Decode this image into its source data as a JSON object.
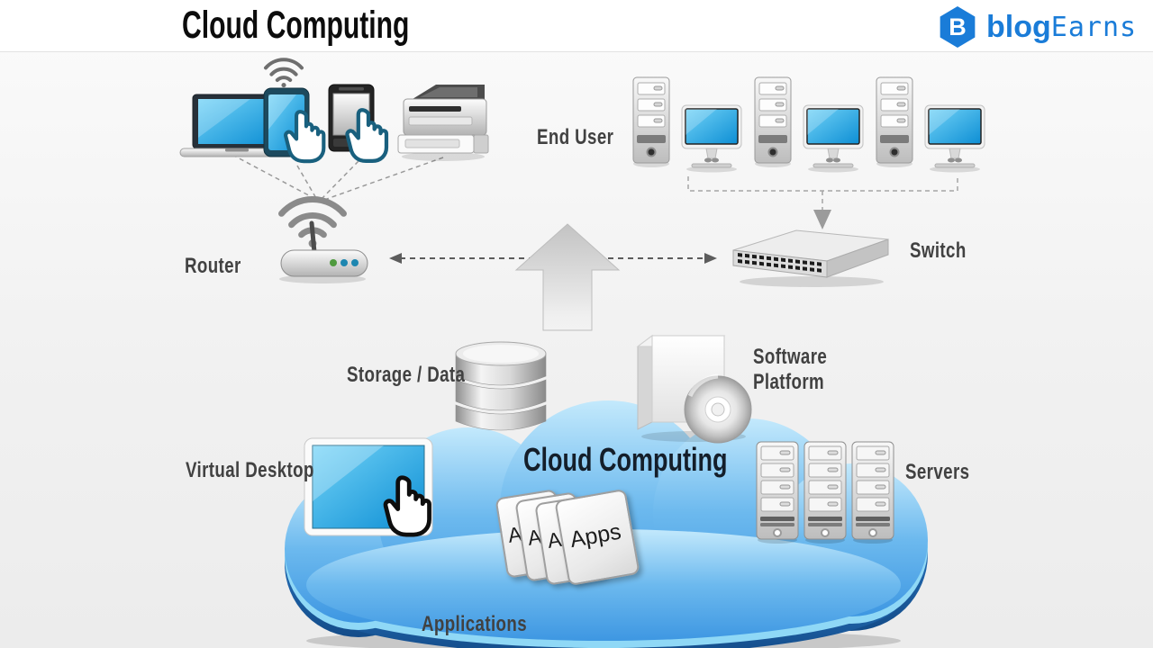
{
  "header": {
    "title": "Cloud Computing",
    "logo": {
      "icon_letter": "B",
      "text_bold": "blog",
      "text_mono": "Earns"
    }
  },
  "diagram": {
    "labels": {
      "router": "Router",
      "end_user": "End User",
      "switch": "Switch",
      "storage": "Storage / Data",
      "software_line1": "Software",
      "software_line2": "Platform",
      "virtual_desktop": "Virtual Desktop",
      "cloud_title": "Cloud Computing",
      "servers": "Servers",
      "applications": "Applications"
    },
    "apps_cards": {
      "back_letters": [
        "A",
        "A",
        "A"
      ],
      "front_label": "Apps"
    }
  },
  "colors": {
    "brand_blue": "#1a7cd8",
    "screen_blue": "#29a8e8",
    "cloud_light": "#bfe7fb",
    "cloud_mid": "#47a0e6",
    "cloud_lip_dark": "#1a5d9e",
    "label_gray": "#414141"
  }
}
